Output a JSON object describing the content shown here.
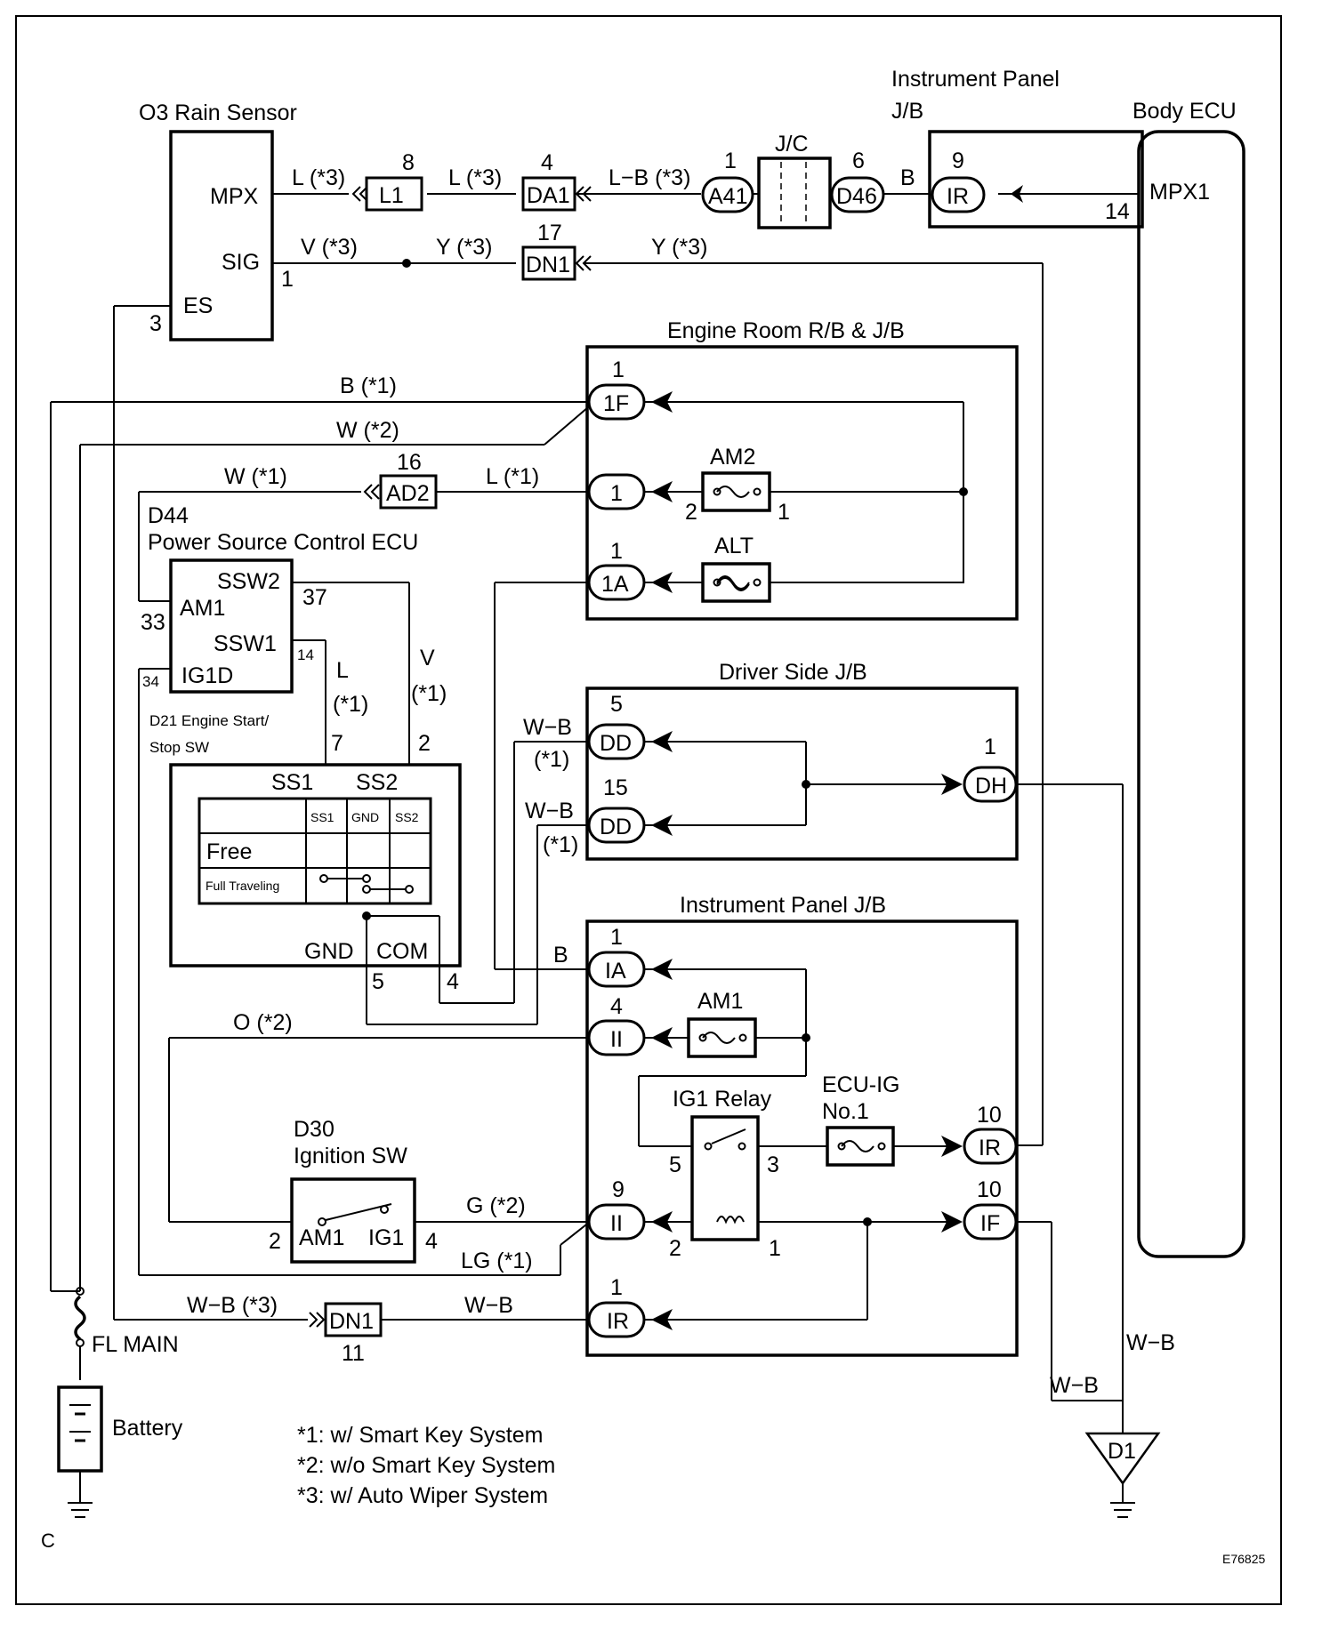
{
  "labels": {
    "rain_sensor": "O3 Rain Sensor",
    "mpx": "MPX",
    "sig": "SIG",
    "es": "ES",
    "ip_jb_top_1": "Instrument  Panel",
    "ip_jb_top_2": "J/B",
    "body_ecu": "Body ECU",
    "mpx1": "MPX1",
    "jc": "J/C",
    "engine_room": "Engine Room R/B & J/B",
    "am2": "AM2",
    "alt": "ALT",
    "d44_code": "D44",
    "d44_name": "Power Source Control ECU",
    "ssw2": "SSW2",
    "am1_ecu": "AM1",
    "ssw1": "SSW1",
    "ig1d": "IG1D",
    "d21_line1": "D21 Engine Start/",
    "d21_line2": "Stop SW",
    "ss1": "SS1",
    "ss2": "SS2",
    "gnd": "GND",
    "com": "COM",
    "driver_jb": "Driver Side J/B",
    "ip_jb": "Instrument Panel J/B",
    "am1_fuse": "AM1",
    "ig1_relay": "IG1 Relay",
    "ecu_ig_1": "ECU-IG",
    "ecu_ig_2": "No.1",
    "d30_code": "D30",
    "d30_name": "Ignition SW",
    "sw_am1": "AM1",
    "sw_ig1": "IG1",
    "fl_main": "FL MAIN",
    "battery": "Battery",
    "corner": "C",
    "figure_id": "E76825"
  },
  "table": {
    "header_ss1": "SS1",
    "header_gnd": "GND",
    "header_ss2": "SS2",
    "row_free": "Free",
    "row_full": "Full Traveling"
  },
  "connectors": {
    "l1": "L1",
    "da1": "DA1",
    "a41": "A41",
    "d46": "D46",
    "ir_top": "IR",
    "dn1_top": "DN1",
    "ad2": "AD2",
    "f1": "1F",
    "one": "1",
    "a1": "1A",
    "dd5": "DD",
    "dd15": "DD",
    "dh": "DH",
    "ia": "IA",
    "ii4": "II",
    "ir10": "IR",
    "ii9": "II",
    "if10": "IF",
    "ir1": "IR",
    "dn1_bot": "DN1",
    "d1": "D1"
  },
  "wires": {
    "w1": "L (*3)",
    "w2": "L (*3)",
    "w3": "L−B (*3)",
    "w4": "B",
    "w5": "V (*3)",
    "w6": "Y (*3)",
    "w7": "Y (*3)",
    "w8": "B (*1)",
    "w9": "W (*2)",
    "w10": "W (*1)",
    "w11": "L (*1)",
    "w12a": "L",
    "w12b": "(*1)",
    "w13a": "V",
    "w13b": "(*1)",
    "w14a": "W−B",
    "w14b": "(*1)",
    "w15a": "W−B",
    "w15b": "(*1)",
    "w16": "B",
    "w17": "O (*2)",
    "w18": "G (*2)",
    "w19": "LG (*1)",
    "w20": "W−B (*3)",
    "w21": "W−B",
    "w22": "W−B",
    "w23": "W−B"
  },
  "pins": {
    "p8": "8",
    "p4a": "4",
    "p1a": "1",
    "p6": "6",
    "p9a": "9",
    "p14a": "14",
    "p17": "17",
    "p1sig": "1",
    "p3es": "3",
    "p1f": "1",
    "p16": "16",
    "p2am2": "2",
    "p1am2": "1",
    "p1alt": "1",
    "p37": "37",
    "p33": "33",
    "p14b": "14",
    "p34": "34",
    "p7": "7",
    "p2v": "2",
    "p5dd": "5",
    "p15dd": "15",
    "p1dh": "1",
    "p5gnd": "5",
    "p4com": "4",
    "p1ia": "1",
    "p4ii": "4",
    "p10ir": "10",
    "p5r": "5",
    "p3r": "3",
    "p9ii": "9",
    "p10if": "10",
    "p2r": "2",
    "p1r": "1",
    "p2sw": "2",
    "p4sw": "4",
    "p1ir": "1",
    "p11": "11"
  },
  "notes": {
    "n1": "*1: w/ Smart Key System",
    "n2": "*2: w/o Smart Key System",
    "n3": "*3: w/ Auto Wiper System"
  }
}
